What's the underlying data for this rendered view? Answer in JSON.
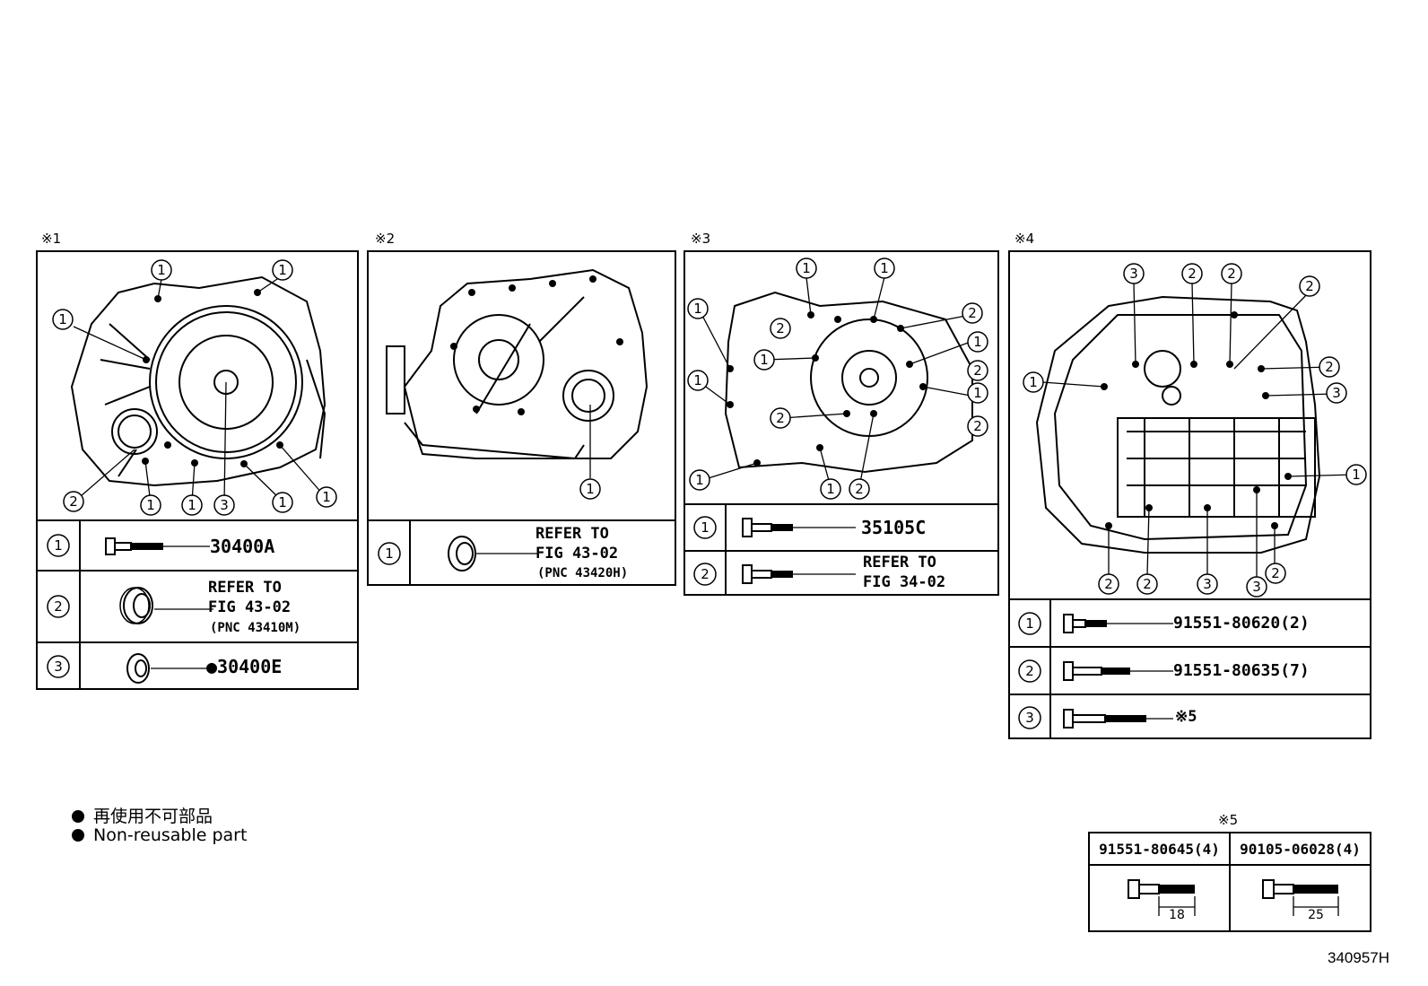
{
  "callout_symbol": "①②③",
  "panels": [
    {
      "label": "※1",
      "rows": [
        {
          "no": "1",
          "text": "30400A"
        },
        {
          "no": "2",
          "text": "REFER TO",
          "text2": "FIG 43-02",
          "text3": "(PNC 43410M)"
        },
        {
          "no": "3",
          "text": "●30400E"
        }
      ]
    },
    {
      "label": "※2",
      "rows": [
        {
          "no": "1",
          "text": "REFER TO",
          "text2": "FIG 43-02",
          "text3": "(PNC 43420H)"
        }
      ]
    },
    {
      "label": "※3",
      "rows": [
        {
          "no": "1",
          "text": "35105C"
        },
        {
          "no": "2",
          "text": "REFER TO",
          "text2": "FIG 34-02"
        }
      ]
    },
    {
      "label": "※4",
      "rows": [
        {
          "no": "1",
          "text": "91551-80620(2)"
        },
        {
          "no": "2",
          "text": "91551-80635(7)"
        },
        {
          "no": "3",
          "text": "※5"
        }
      ]
    }
  ],
  "legend": {
    "line1": "再使用不可部品",
    "line2": "Non-reusable part"
  },
  "note5": {
    "label": "※5",
    "col1": {
      "part": "91551-80645(4)",
      "dim": "18"
    },
    "col2": {
      "part": "90105-06028(4)",
      "dim": "25"
    }
  },
  "figure_code": "340957H"
}
